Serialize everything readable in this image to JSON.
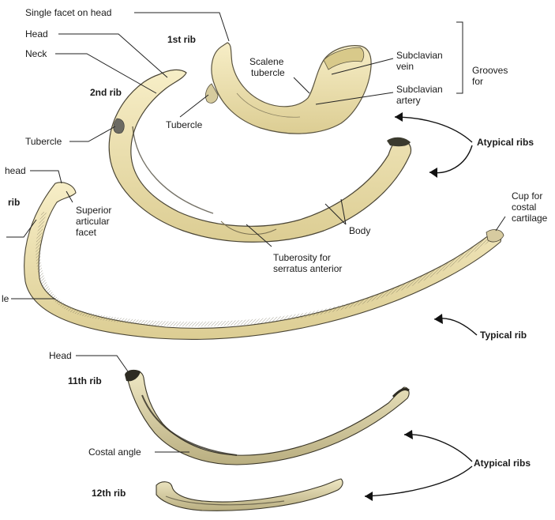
{
  "ribs": {
    "first": "1st rib",
    "second": "2nd rib",
    "typical_partial": "rib",
    "eleventh": "11th rib",
    "twelfth": "12th rib"
  },
  "labels": {
    "single_facet": "Single facet on head",
    "head_top": "Head",
    "neck": "Neck",
    "tubercle_left": "Tubercle",
    "tubercle_first": "Tubercle",
    "scalene_1": "Scalene",
    "scalene_2": "tubercle",
    "subclavian_vein_1": "Subclavian",
    "subclavian_vein_2": "vein",
    "subclavian_artery_1": "Subclavian",
    "subclavian_artery_2": "artery",
    "grooves_1": "Grooves",
    "grooves_2": "for",
    "head_partial": "head",
    "superior_1": "Superior",
    "superior_2": "articular",
    "superior_3": "facet",
    "body": "Body",
    "tuberosity_1": "Tuberosity for",
    "tuberosity_2": "serratus anterior",
    "cup_1": "Cup for",
    "cup_2": "costal",
    "cup_3": "cartilage",
    "angle_partial": "le",
    "head_eleventh": "Head",
    "costal_angle": "Costal angle"
  },
  "callouts": {
    "atypical_top": "Atypical ribs",
    "typical": "Typical rib",
    "atypical_bottom": "Atypical ribs"
  },
  "colors": {
    "bone_fill": "#f1e6b6",
    "bone_shade": "#cdbf86",
    "bone_dark": "#3b3a2e",
    "lower_bone": "#e4dcb0"
  }
}
